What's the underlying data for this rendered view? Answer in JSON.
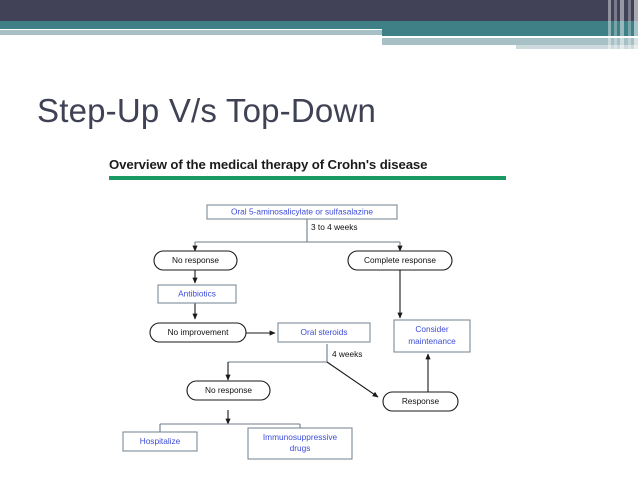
{
  "slide": {
    "title": "Step-Up V/s Top-Down"
  },
  "theme": {
    "navy": "#414258",
    "teal": "#3f7f86",
    "gray_blue": "#a7c0c5",
    "title_color": "#3f4254",
    "diagram_rule_green": "#1a9a63",
    "node_blue": "#3c4cd8"
  },
  "diagram": {
    "heading": "Overview of the medical therapy of Crohn's disease",
    "nodes": {
      "start": "Oral 5-aminosalicylate or sulfasalazine",
      "no_response_1": "No response",
      "complete_response": "Complete response",
      "antibiotics": "Antibiotics",
      "no_improvement": "No improvement",
      "oral_steroids": "Oral steroids",
      "consider_maintenance_line1": "Consider",
      "consider_maintenance_line2": "maintenance",
      "no_response_2": "No response",
      "response": "Response",
      "hospitalize": "Hospitalize",
      "immunosuppressive_line1": "Immunosuppressive",
      "immunosuppressive_line2": "drugs"
    },
    "edge_labels": {
      "three_to_four_weeks": "3 to 4 weeks",
      "four_weeks": "4 weeks"
    }
  }
}
